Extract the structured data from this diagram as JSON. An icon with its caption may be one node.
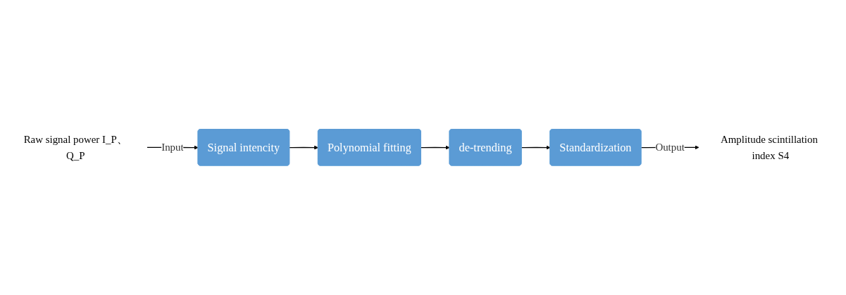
{
  "diagram": {
    "nodes": [
      {
        "text": [
          "Raw signal power I_P、Q_P"
        ]
      },
      {
        "text": [
          "Signal intencity"
        ]
      },
      {
        "text": [
          "Polynomial fitting"
        ]
      },
      {
        "text": [
          "de-trending"
        ]
      },
      {
        "text": [
          "Standardization"
        ]
      },
      {
        "text": [
          "Amplitude scintillation index S4"
        ]
      }
    ],
    "edges": [
      {
        "from": 0,
        "to": 1,
        "arrow": "to",
        "label": "Input"
      },
      {
        "from": 1,
        "to": 2,
        "arrow": "to"
      },
      {
        "from": 2,
        "to": 3,
        "arrow": "to"
      },
      {
        "from": 3,
        "to": 4,
        "arrow": "to"
      },
      {
        "from": 4,
        "to": 5,
        "arrow": "to",
        "label": "Output"
      }
    ]
  }
}
